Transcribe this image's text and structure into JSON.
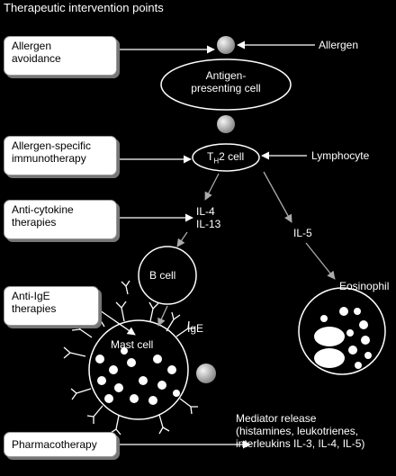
{
  "title": "Therapeutic intervention points",
  "therapies": {
    "allergen_avoidance": "Allergen\navoidance",
    "immunotherapy": "Allergen-specific\nimmunotherapy",
    "anti_cytokine": "Anti-cytokine\ntherapies",
    "anti_ige": "Anti-IgE\ntherapies",
    "pharmacotherapy": "Pharmacotherapy"
  },
  "labels": {
    "allergen": "Allergen",
    "apc": "Antigen-\npresenting cell",
    "th2_prefix": "T",
    "th2_sub": "H",
    "th2_suffix": "2 cell",
    "lymphocyte": "Lymphocyte",
    "il4": "IL-4",
    "il13": "IL-13",
    "il5": "IL-5",
    "b_cell": "B cell",
    "ige": "IgE",
    "mast_cell": "Mast cell",
    "eosinophil": "Eosinophil",
    "mediator": "Mediator release\n(histamines, leukotrienes,\ninterleukins IL-3, IL-4, IL-5)"
  },
  "colors": {
    "background": "#000000",
    "line": "#ffffff",
    "box_fill": "#ffffff",
    "sphere": "#c0c0c0"
  }
}
